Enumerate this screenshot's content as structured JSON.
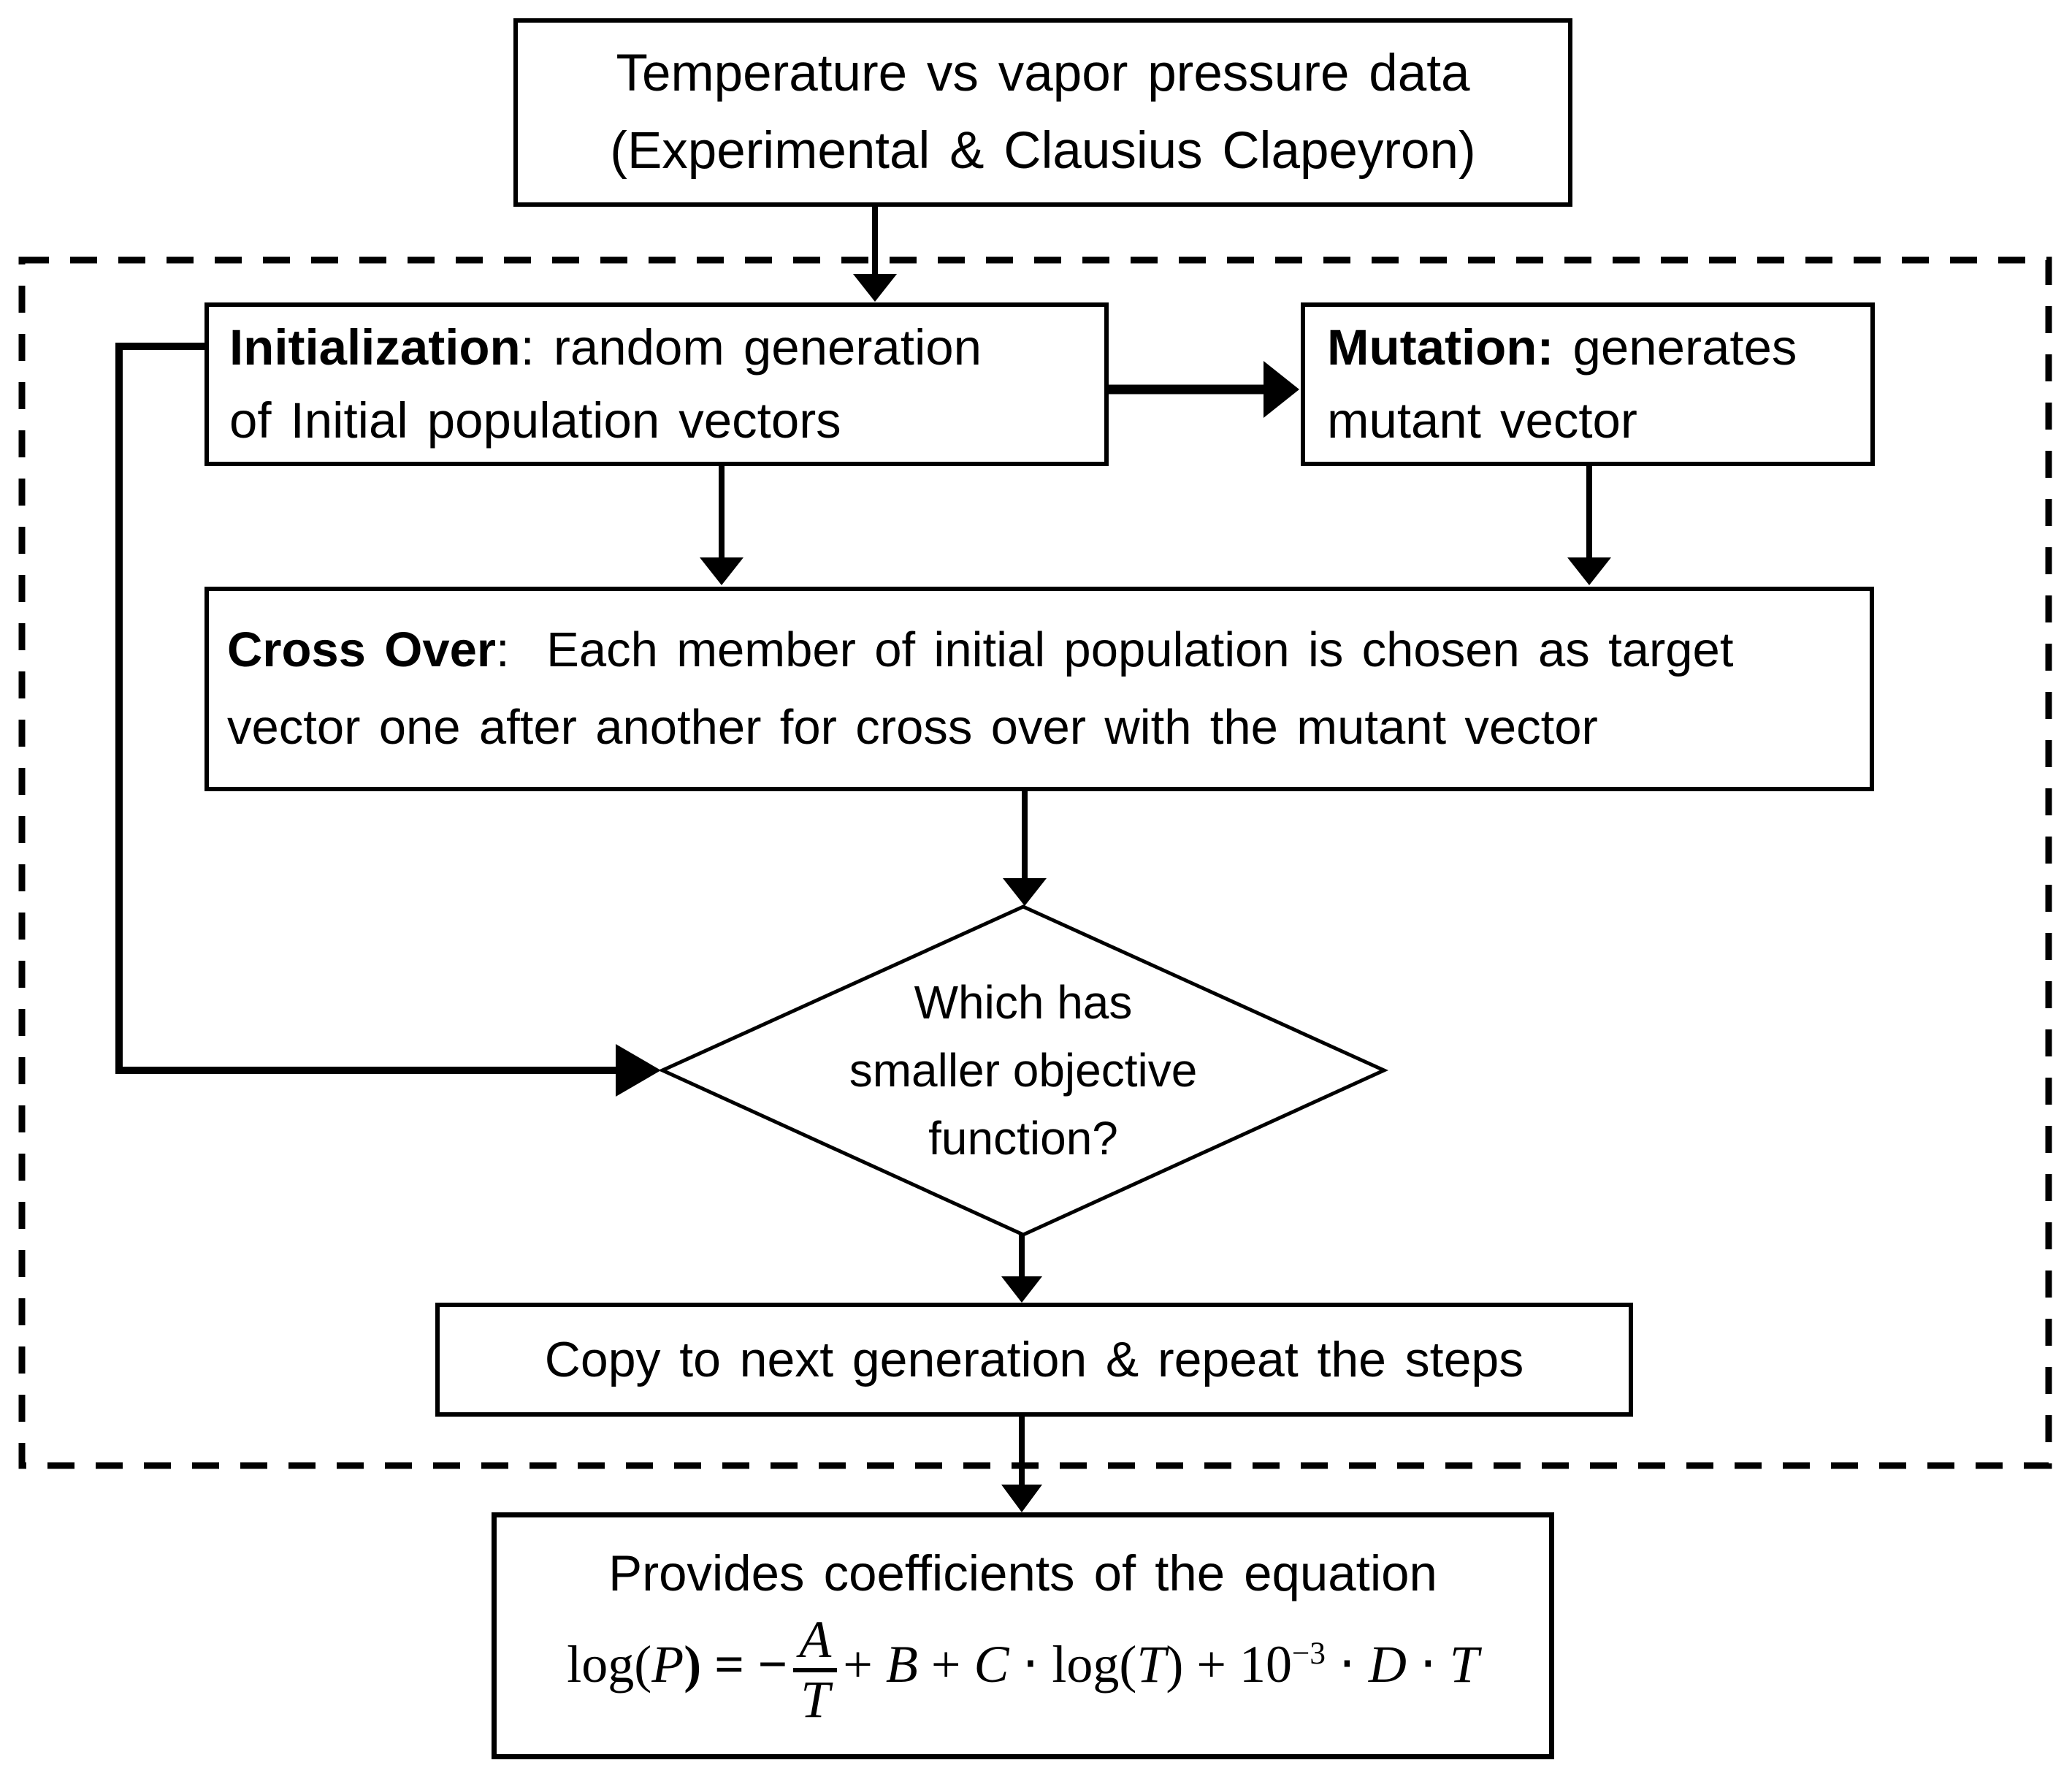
{
  "canvas": {
    "background": "#ffffff",
    "ink": "#000000"
  },
  "nodes": {
    "data": {
      "line1": "Temperature vs vapor pressure data",
      "line2": "(Experimental & Clausius Clapeyron)"
    },
    "initialization": {
      "label_bold": "Initialization",
      "line1_rest": ": random generation",
      "line2": "of Initial population vectors"
    },
    "mutation": {
      "label_bold": "Mutation:",
      "line1_rest": " generates",
      "line2": "mutant vector"
    },
    "crossover": {
      "label_bold": "Cross Over",
      "line1_rest": ":  Each member of initial population is chosen as target",
      "line2": "vector one after another for cross over with the mutant vector"
    },
    "decision": {
      "line1": "Which has",
      "line2": "smaller objective",
      "line3": "function?"
    },
    "copy": {
      "label": "Copy to next generation & repeat the steps"
    },
    "result": {
      "title": "Provides coefficients of the equation",
      "equation": {
        "log1": "log(",
        "P": "P",
        "eq": ") = ",
        "minus": "−",
        "frac_num": "A",
        "frac_den": "T",
        "plus1": "+ ",
        "B": "B",
        "plus2": " + ",
        "C": "C",
        "dot1": " ⋅ ",
        "log2": "log(",
        "T1": "T",
        "close2": ") + 10",
        "sup": "−3",
        "dot2": " ⋅ ",
        "D": "D",
        "dot3": " ⋅ ",
        "T2": "T"
      }
    }
  }
}
